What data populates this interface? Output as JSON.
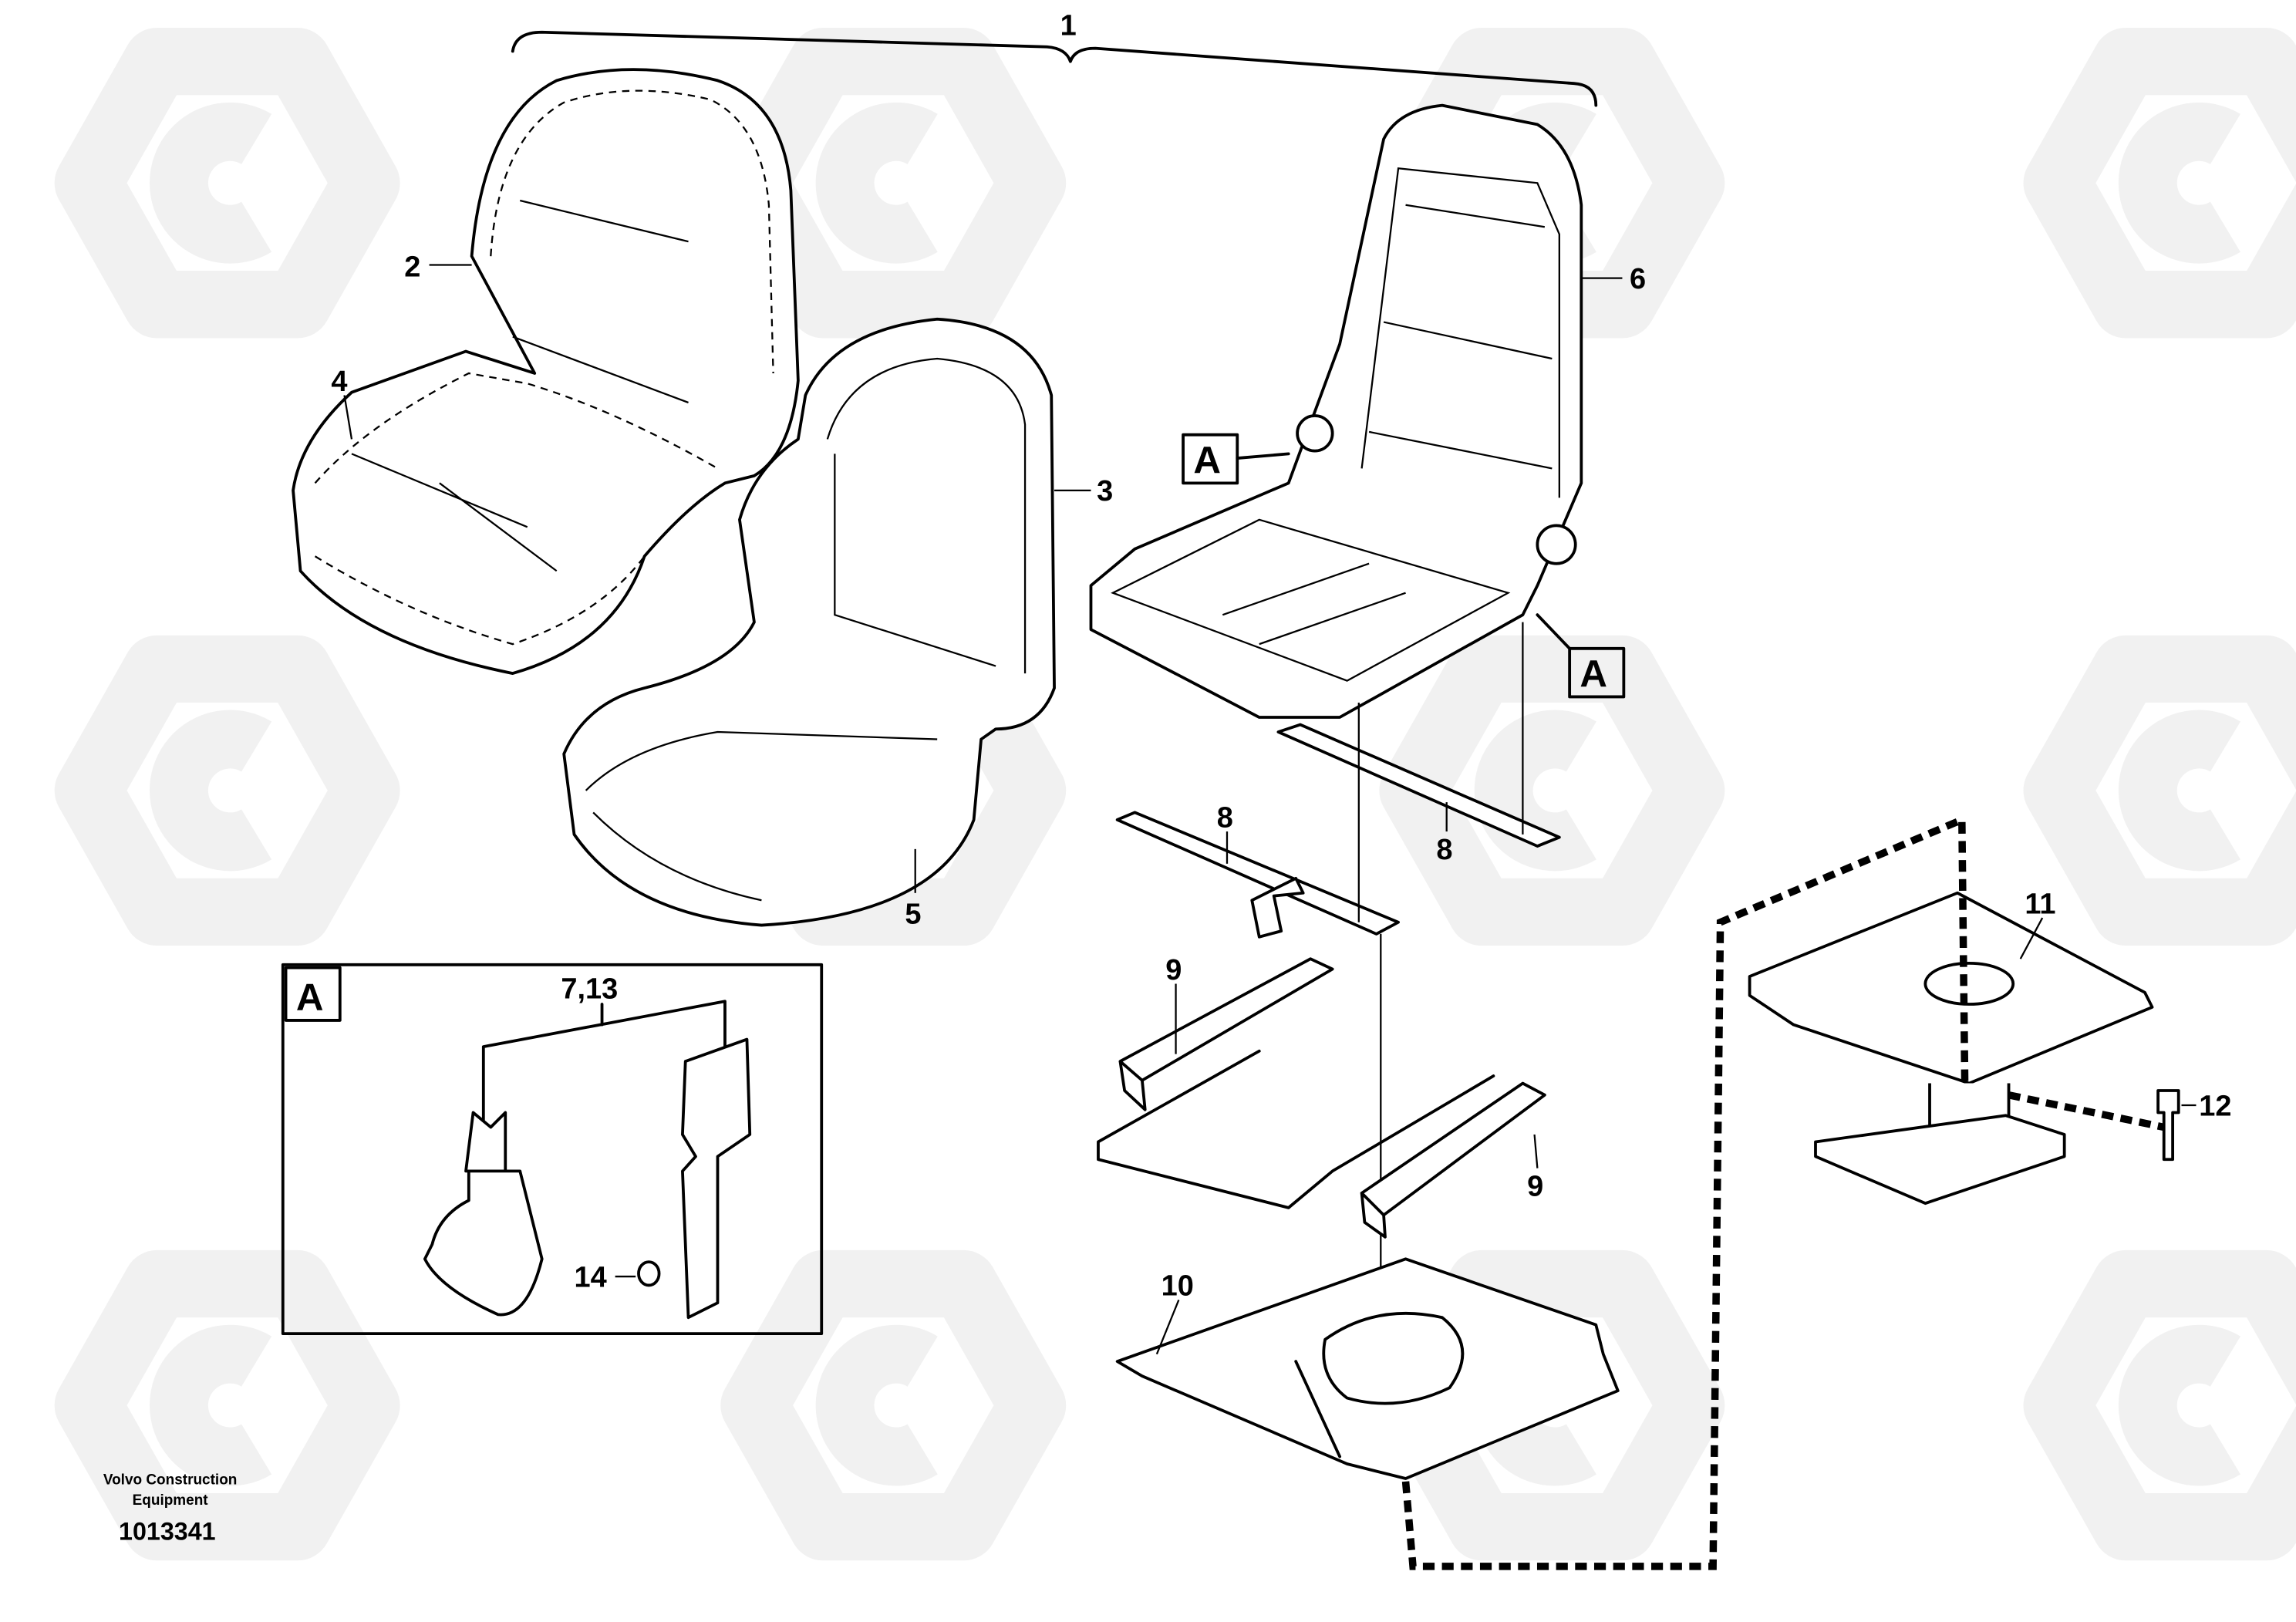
{
  "diagram": {
    "callouts": {
      "c1": "1",
      "c2": "2",
      "c3": "3",
      "c4": "4",
      "c5": "5",
      "c6": "6",
      "c7_13": "7,13",
      "c8a": "8",
      "c8b": "8",
      "c9a": "9",
      "c9b": "9",
      "c10": "10",
      "c11": "11",
      "c12": "12",
      "c14": "14"
    },
    "detail_ref": {
      "a1": "A",
      "a2": "A",
      "inset": "A"
    },
    "footer": {
      "company_line1": "Volvo Construction",
      "company_line2": "Equipment",
      "drawing_number": "1013341"
    }
  }
}
